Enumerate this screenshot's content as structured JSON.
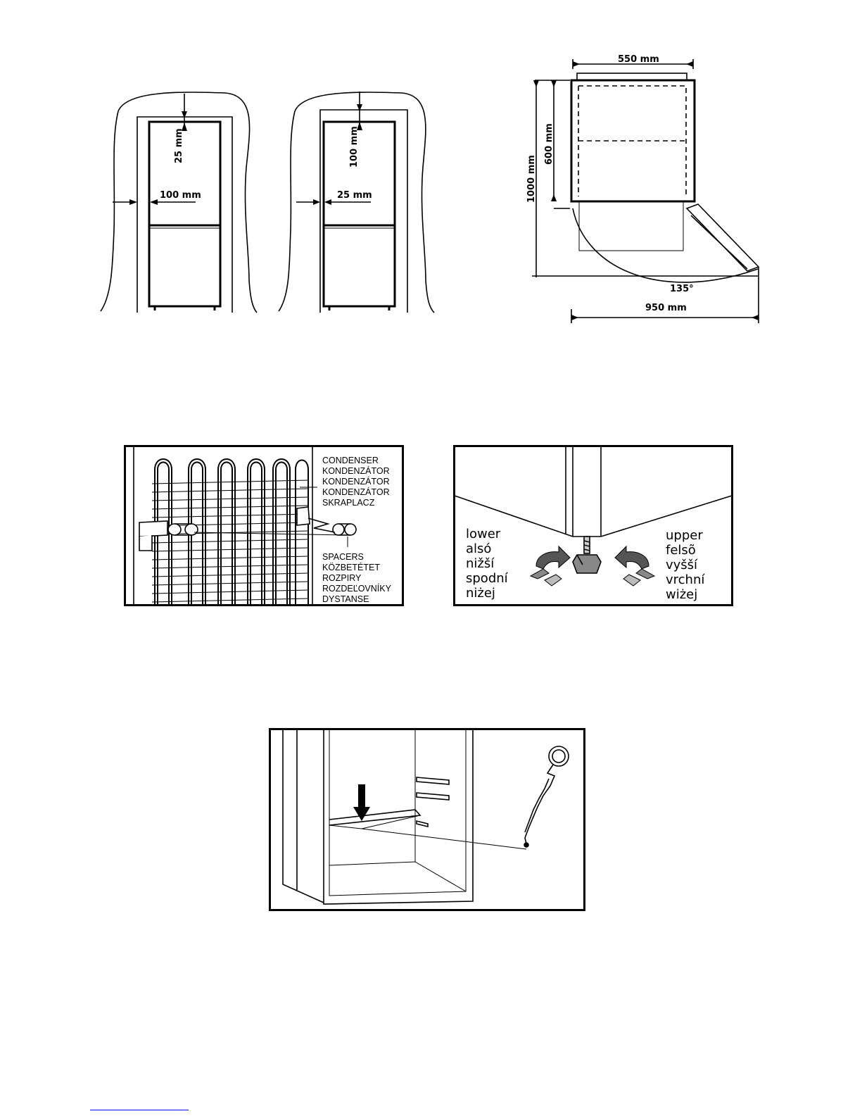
{
  "clearance_figures": {
    "left": {
      "top_gap": "25 mm",
      "side_gap": "100 mm"
    },
    "right": {
      "top_gap": "100 mm",
      "side_gap": "25 mm"
    }
  },
  "dimension_figure": {
    "width": "550 mm",
    "depth": "600 mm",
    "depth_open": "1000 mm",
    "door_angle": "135°",
    "width_open": "950 mm"
  },
  "condenser_figure": {
    "condenser_labels": [
      "CONDENSER",
      "KONDENZÁTOR",
      "KONDENZÁTOR",
      "KONDENZÁTOR",
      "SKRAPLACZ"
    ],
    "spacer_labels": [
      "SPACERS",
      "KÖZBETÉTET",
      "ROZPIRY",
      "ROZDEĽOVNÍKY",
      "DYSTANSE"
    ]
  },
  "leveling_figure": {
    "lower_labels": [
      "lower",
      "alsó",
      "nižší",
      "spodní",
      "niżej"
    ],
    "upper_labels": [
      "upper",
      "felsõ",
      "vyšší",
      "vrchní",
      "wiżej"
    ]
  },
  "drain_figure": {},
  "colors": {
    "line": "#000000",
    "arrow_fill": "#555555",
    "arrow_light": "#9a9a9a",
    "link": "#0000ee"
  }
}
